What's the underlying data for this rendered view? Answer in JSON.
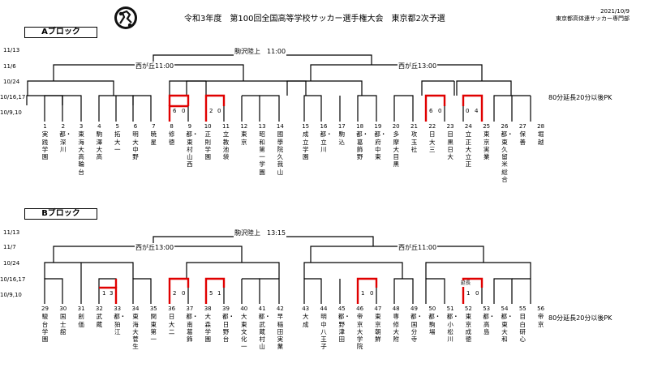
{
  "header": {
    "title": "令和3年度　第100回全国高等学校サッカー選手権大会　東京都2次予選",
    "date": "2021/10/9",
    "org": "東京都高体連サッカー専門部"
  },
  "colors": {
    "line": "#000000",
    "winner": "#e00000"
  },
  "notes": {
    "a": "80分延長20分以後PK",
    "b": "80分延長20分以後PK"
  },
  "block_a": {
    "label": "Aブロック",
    "dates": [
      "11/13",
      "11/6",
      "10/24",
      "10/16,17",
      "10/9,10"
    ],
    "venues": {
      "final": "駒沢陸上　11:00",
      "left_semi": "西が丘11:00",
      "right_semi": "西が丘13:00"
    },
    "teams": [
      {
        "no": "1",
        "name": "実践学園"
      },
      {
        "no": "2",
        "name": "都・深川"
      },
      {
        "no": "3",
        "name": "東海大高輪台"
      },
      {
        "no": "4",
        "name": "駒澤大高"
      },
      {
        "no": "5",
        "name": "拓大一"
      },
      {
        "no": "6",
        "name": "明大中野"
      },
      {
        "no": "7",
        "name": "暁星"
      },
      {
        "no": "8",
        "name": "修徳"
      },
      {
        "no": "9",
        "name": "都・東村山西"
      },
      {
        "no": "10",
        "name": "正則学園"
      },
      {
        "no": "11",
        "name": "立教池袋"
      },
      {
        "no": "12",
        "name": "東京"
      },
      {
        "no": "13",
        "name": "昭和第一学園"
      },
      {
        "no": "14",
        "name": "國學院久我山"
      },
      {
        "no": "15",
        "name": "成立学園"
      },
      {
        "no": "16",
        "name": "都・立川"
      },
      {
        "no": "17",
        "name": "駒込"
      },
      {
        "no": "18",
        "name": "都・葛飾野"
      },
      {
        "no": "19",
        "name": "都・府中東"
      },
      {
        "no": "20",
        "name": "多摩大目黒"
      },
      {
        "no": "21",
        "name": "攻玉社"
      },
      {
        "no": "22",
        "name": "日大三"
      },
      {
        "no": "23",
        "name": "目黒日大"
      },
      {
        "no": "24",
        "name": "立正大立正"
      },
      {
        "no": "25",
        "name": "東京実業"
      },
      {
        "no": "26",
        "name": "都・東久留米総合"
      },
      {
        "no": "27",
        "name": "保善"
      },
      {
        "no": "28",
        "name": "堀越"
      }
    ],
    "matches": [
      {
        "teams": "8-9",
        "score_a": "6",
        "score_b": "0"
      },
      {
        "teams": "10-11",
        "score_a": "2",
        "score_b": "0"
      },
      {
        "teams": "22-23",
        "score_a": "6",
        "score_b": "0"
      },
      {
        "teams": "24-25",
        "score_a": "0",
        "score_b": "4"
      }
    ]
  },
  "block_b": {
    "label": "Bブロック",
    "dates": [
      "11/13",
      "11/7",
      "10/24",
      "10/16,17",
      "10/9,10"
    ],
    "venues": {
      "final": "駒沢陸上　13:15",
      "left_semi": "西が丘13:00",
      "right_semi": "西が丘11:00"
    },
    "teams": [
      {
        "no": "29",
        "name": "駿台学園"
      },
      {
        "no": "30",
        "name": "国士舘"
      },
      {
        "no": "31",
        "name": "創価"
      },
      {
        "no": "32",
        "name": "武蔵"
      },
      {
        "no": "33",
        "name": "都・狛江"
      },
      {
        "no": "34",
        "name": "東海大菅生"
      },
      {
        "no": "35",
        "name": "関東第一"
      },
      {
        "no": "36",
        "name": "日大二"
      },
      {
        "no": "37",
        "name": "都・南葛飾"
      },
      {
        "no": "38",
        "name": "大森学園"
      },
      {
        "no": "39",
        "name": "都・日野台"
      },
      {
        "no": "40",
        "name": "大東文化一"
      },
      {
        "no": "41",
        "name": "都・武蔵村山"
      },
      {
        "no": "42",
        "name": "早稲田実業"
      },
      {
        "no": "43",
        "name": "大成"
      },
      {
        "no": "44",
        "name": "明中八王子"
      },
      {
        "no": "45",
        "name": "都・野津田"
      },
      {
        "no": "46",
        "name": "帝京大学院"
      },
      {
        "no": "47",
        "name": "東京朝鮮"
      },
      {
        "no": "48",
        "name": "専修大附"
      },
      {
        "no": "49",
        "name": "都・国分寺"
      },
      {
        "no": "50",
        "name": "都・駒場"
      },
      {
        "no": "51",
        "name": "都・小松川"
      },
      {
        "no": "52",
        "name": "東京成徳"
      },
      {
        "no": "53",
        "name": "都・高島"
      },
      {
        "no": "54",
        "name": "都・東大和"
      },
      {
        "no": "55",
        "name": "目白研心"
      },
      {
        "no": "56",
        "name": "帝京"
      }
    ],
    "matches": [
      {
        "teams": "32-33",
        "score_a": "1",
        "score_b": "3"
      },
      {
        "teams": "36-37",
        "score_a": "2",
        "score_b": "0"
      },
      {
        "teams": "38-39",
        "score_a": "5",
        "score_b": "1"
      },
      {
        "teams": "46-47",
        "score_a": "1",
        "score_b": "0"
      },
      {
        "teams": "52-53",
        "score_a": "1",
        "score_b": "0",
        "note": "延長"
      }
    ]
  }
}
